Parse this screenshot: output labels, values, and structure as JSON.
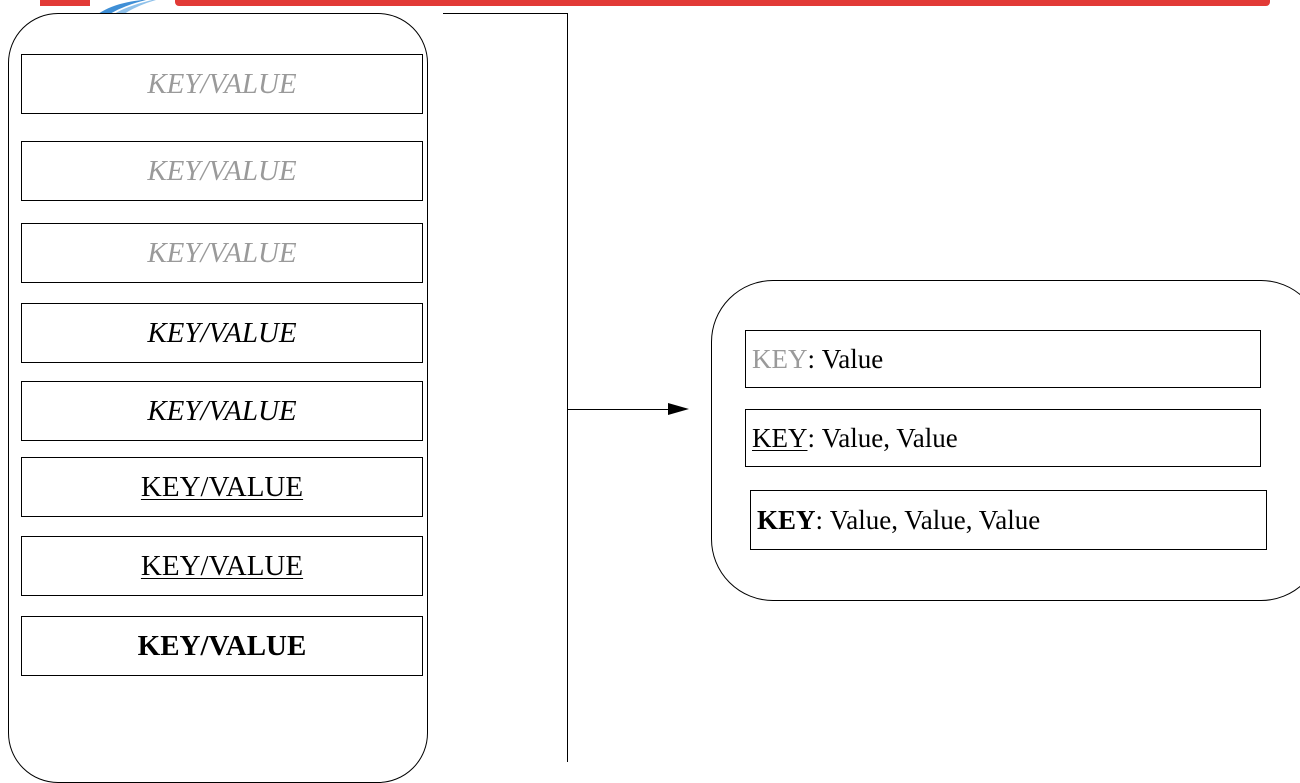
{
  "left_list": {
    "items": [
      {
        "label": "KEY/VALUE"
      },
      {
        "label": "KEY/VALUE"
      },
      {
        "label": "KEY/VALUE"
      },
      {
        "label": "KEY/VALUE"
      },
      {
        "label": "KEY/VALUE"
      },
      {
        "label": "KEY/VALUE"
      },
      {
        "label": "KEY/VALUE"
      },
      {
        "label": "KEY/VALUE"
      }
    ]
  },
  "right_list": {
    "entries": [
      {
        "key": "KEY",
        "separator": ": ",
        "value": "Value"
      },
      {
        "key": "KEY",
        "separator": ": ",
        "value": "Value, Value"
      },
      {
        "key": "KEY",
        "separator": ": ",
        "value": "Value, Value, Value"
      }
    ]
  },
  "colors": {
    "header_red": "#e23a36",
    "muted_grey": "#9a9a9a",
    "stroke": "#000000"
  }
}
